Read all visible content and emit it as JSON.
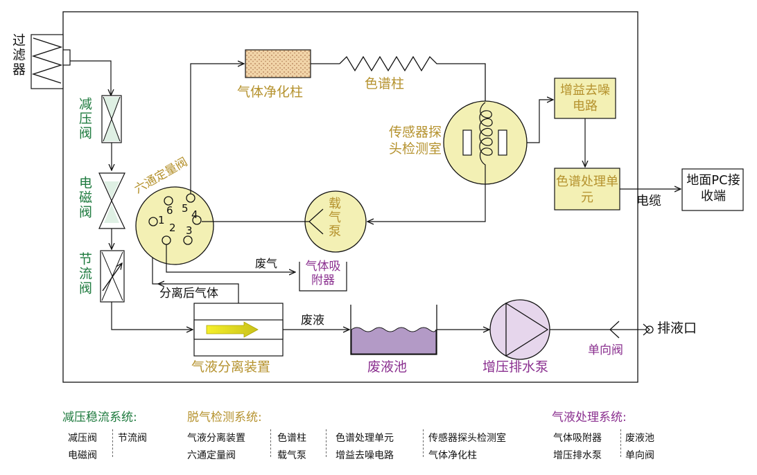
{
  "labels": {
    "filter": "过滤器",
    "pressure_valve": "减压阀",
    "solenoid_valve": "电磁阀",
    "throttle_valve": "节流阀",
    "gas_purify_column": "气体净化柱",
    "chromatographic_column": "色谱柱",
    "sensor_chamber": "传感器探头检测室",
    "six_way_valve": "六通定量阀",
    "carrier_pump": "载气泵",
    "gain_denoise": "增益去噪电路",
    "chroma_unit": "色谱处理单元",
    "cable": "电缆",
    "ground_pc": "地面PC接收端",
    "exhaust": "废气",
    "gas_adsorber": "气体吸附器",
    "separated_gas": "分离后气体",
    "waste_liquid": "废液",
    "separator": "气液分离装置",
    "waste_pool": "废液池",
    "booster_pump": "增压排水泵",
    "check_valve": "单向阀",
    "drain_port": "排液口",
    "port_numbers": [
      "1",
      "2",
      "3",
      "4",
      "5",
      "6"
    ]
  },
  "legend": {
    "group1": {
      "title": "减压稳流系统:",
      "row1": [
        "减压阀",
        "节流阀"
      ],
      "row2": [
        "电磁阀"
      ]
    },
    "group2": {
      "title": "脱气检测系统:",
      "row1": [
        "气液分离装置",
        "色谱柱",
        "色谱处理单元",
        "传感器探头检测室"
      ],
      "row2": [
        "六通定量阀",
        "载气泵",
        "增益去噪电路",
        "气体净化柱"
      ]
    },
    "group3": {
      "title": "气液处理系统:",
      "row1": [
        "气体吸附器",
        "废液池"
      ],
      "row2": [
        "增压排水泵",
        "单向阀"
      ]
    }
  },
  "colors": {
    "green": "#1e7a3e",
    "gold": "#b5922e",
    "purple": "#8a2f8f",
    "component_fill": "#f3f0b4",
    "pump_fill": "#e6d6ec",
    "liquid": "#b39ac6"
  }
}
